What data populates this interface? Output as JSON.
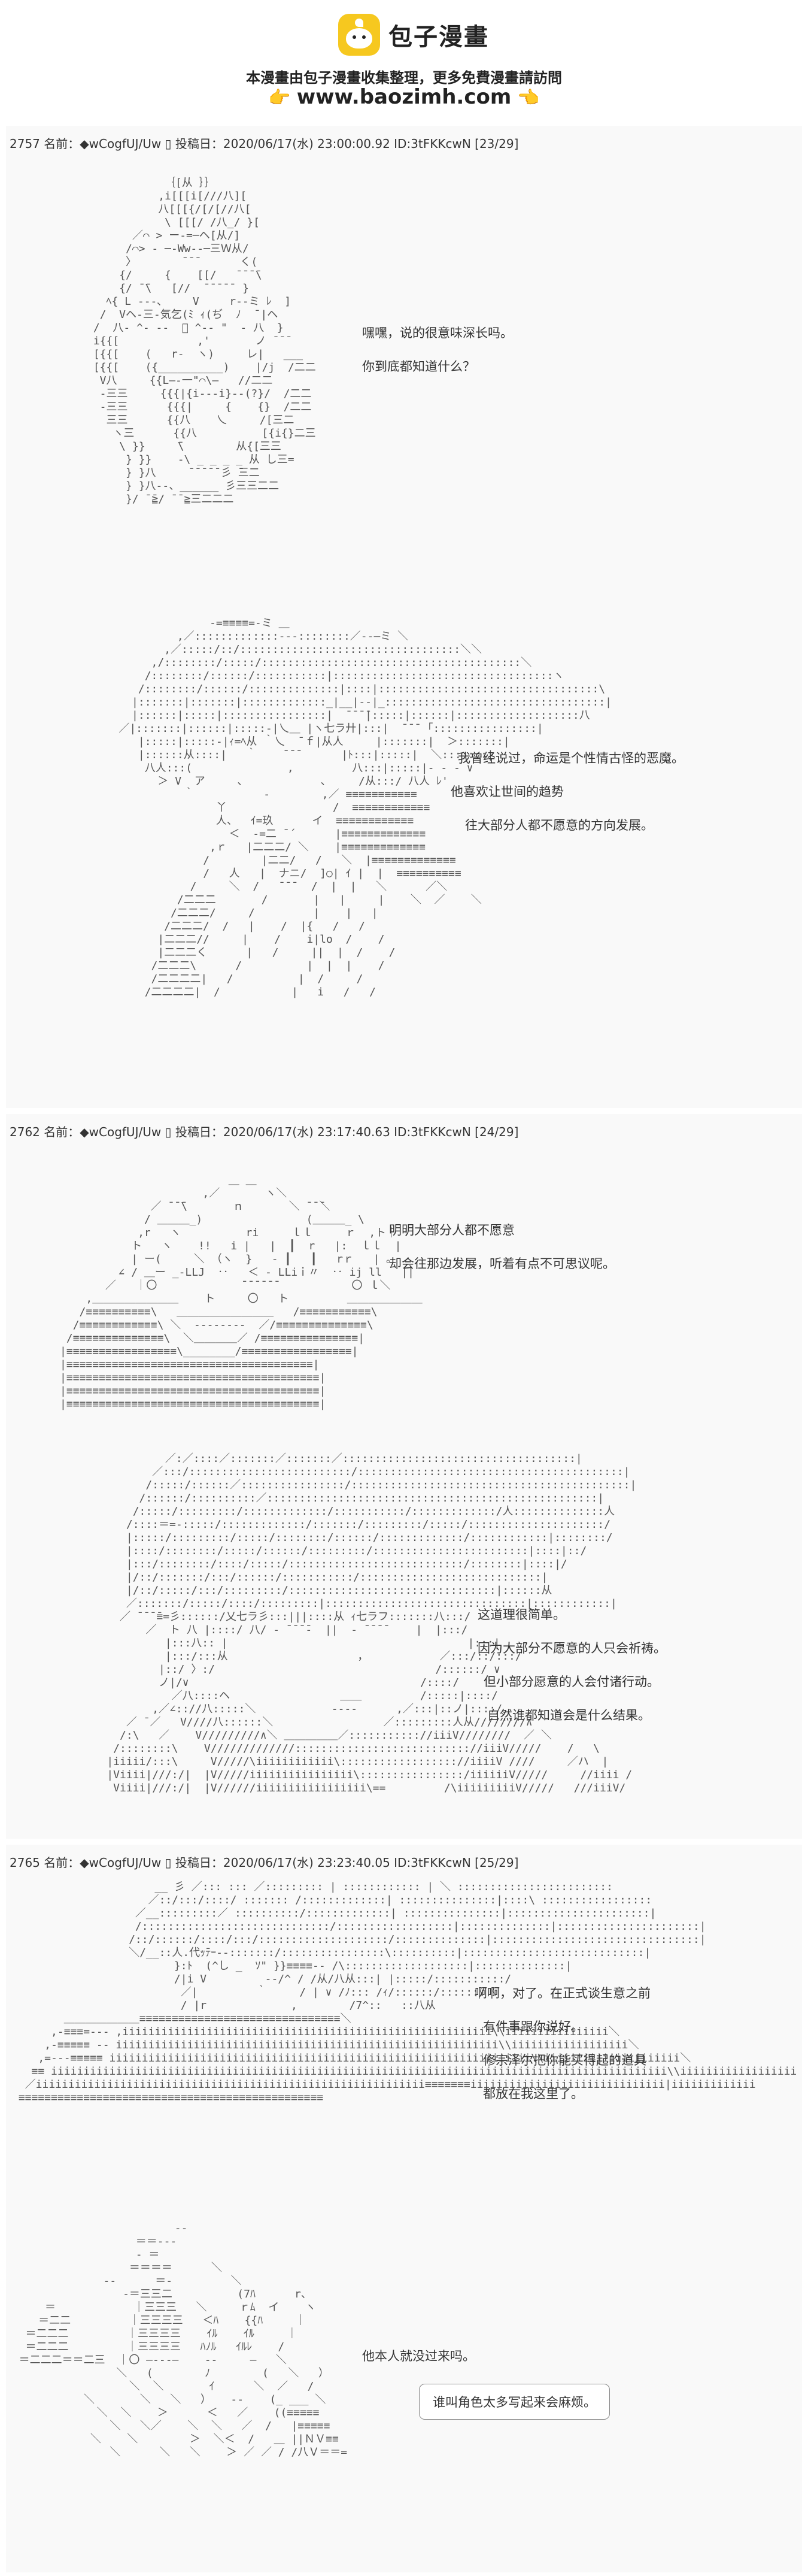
{
  "header": {
    "logo_text": "包子漫畫",
    "notice": "本漫畫由包子漫畫收集整理，更多免費漫畫請訪問",
    "url": "www.baozimh.com"
  },
  "posts": [
    {
      "head": "2757 名前：◆wCogfUJ/Uw ▯ 投稿日：2020/06/17(水) 23:00:00.92 ID:3tFKKcwN [23/29]",
      "scenes": [
        {
          "lines": [
            "嘿嘿，说的很意味深长吗。",
            "你到底都知道什么？"
          ]
        },
        {
          "lines": [
            "我曾经说过，命运是个性情古怪的恶魔。",
            "他喜欢让世间的趋势",
            "往大部分人都不愿意的方向发展。"
          ]
        }
      ]
    },
    {
      "head": "2762 名前：◆wCogfUJ/Uw ▯ 投稿日：2020/06/17(水) 23:17:40.63 ID:3tFKKcwN [24/29]",
      "scenes": [
        {
          "lines": [
            "明明大部分人都不愿意",
            "却会往那边发展，听着有点不可思议呢。"
          ]
        },
        {
          "lines": [
            "这道理很简单。",
            "因为大部分不愿意的人只会祈祷。",
            "但小部分愿意的人会付诸行动。",
            "自然谁都知道会是什么结果。"
          ]
        }
      ]
    },
    {
      "head": "2765 名前：◆wCogfUJ/Uw ▯ 投稿日：2020/06/17(水) 23:23:40.05 ID:3tFKKcwN [25/29]",
      "scenes": [
        {
          "lines": [
            "啊啊，对了。在正式谈生意之前",
            "有件事跟你说好。",
            "修宗泽尔把你能买得起的道具",
            "都放在我这里了。"
          ]
        },
        {
          "lines": [
            "他本人就没过来吗。"
          ],
          "bubble": "谁叫角色太多写起来会麻烦。"
        }
      ]
    }
  ]
}
